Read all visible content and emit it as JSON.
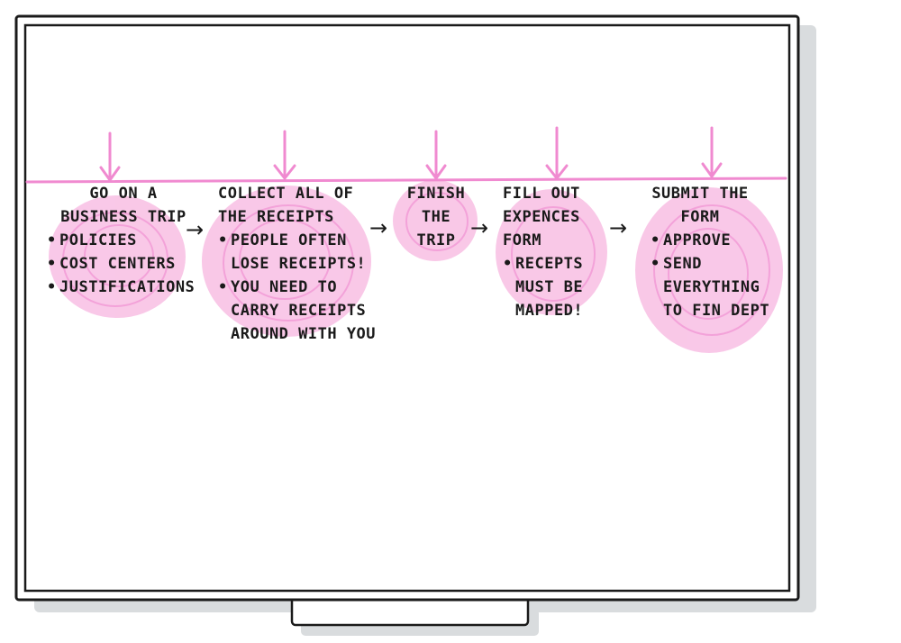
{
  "colors": {
    "accent_pink": "#f08ad0",
    "bubble_pink": "#f7b6e0",
    "ink": "#1a1a1a",
    "shadow": "#d9dcde"
  },
  "steps": [
    {
      "title": "GO ON A BUSINESS TRIP",
      "bullets": [
        "POLICIES",
        "COST CENTERS",
        "JUSTIFICATIONS"
      ]
    },
    {
      "title": "COLLECT ALL OF THE RECEIPTS",
      "bullets": [
        "PEOPLE OFTEN LOSE RECEIPTS!",
        "YOU NEED TO CARRY RECEIPTS AROUND WITH YOU"
      ]
    },
    {
      "title": "FINISH THE TRIP",
      "bullets": []
    },
    {
      "title": "FILL OUT EXPENCES FORM",
      "bullets": [
        "RECEPTS MUST BE MAPPED!"
      ]
    },
    {
      "title": "SUBMIT THE FORM",
      "bullets": [
        "APPROVE",
        "SEND EVERYTHING TO FIN DEPT"
      ]
    }
  ],
  "arrow_glyph": "→"
}
